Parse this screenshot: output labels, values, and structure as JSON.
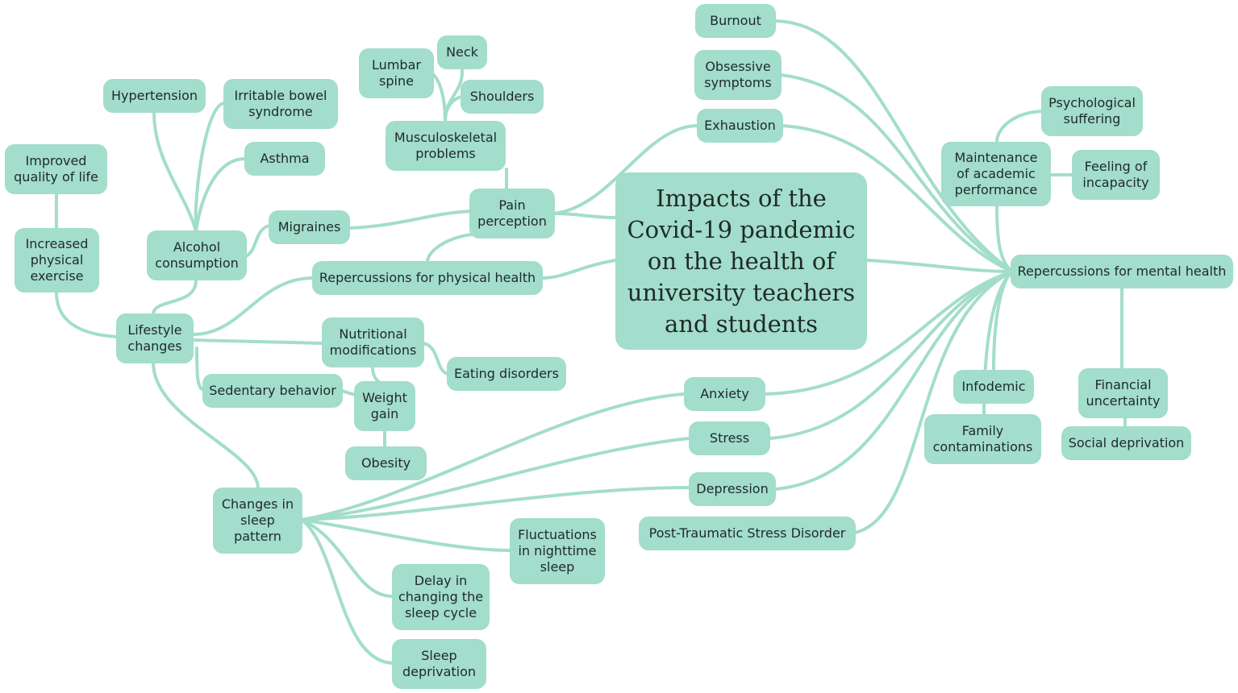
{
  "colors": {
    "node": "#a3ddcc",
    "link": "#a3ddcc",
    "text": "#1f2a27"
  },
  "center": "Impacts of the\nCovid-19 pandemic\non the health of\nuniversity teachers\nand students",
  "nodes": {
    "burnout": "Burnout",
    "obsessive": "Obsessive\nsymptoms",
    "exhaustion": "Exhaustion",
    "psych_suffering": "Psychological\nsuffering",
    "maintenance": "Maintenance\nof academic\nperformance",
    "feeling_incapacity": "Feeling of\nincapacity",
    "mental_health": "Repercussions for mental health",
    "infodemic": "Infodemic",
    "family_contam": "Family\ncontaminations",
    "financial": "Financial\nuncertainty",
    "social_dep": "Social deprivation",
    "anxiety": "Anxiety",
    "stress": "Stress",
    "depression": "Depression",
    "ptsd": "Post-Traumatic Stress Disorder",
    "neck": "Neck",
    "lumbar": "Lumbar\nspine",
    "shoulders": "Shoulders",
    "musculo": "Musculoskeletal\nproblems",
    "pain": "Pain\nperception",
    "physical_health": "Repercussions for physical health",
    "migraines": "Migraines",
    "hypertension": "Hypertension",
    "ibs": "Irritable bowel\nsyndrome",
    "asthma": "Asthma",
    "alcohol": "Alcohol\nconsumption",
    "improved_qol": "Improved\nquality of life",
    "increased_exercise": "Increased\nphysical\nexercise",
    "lifestyle": "Lifestyle\nchanges",
    "nutritional": "Nutritional\nmodifications",
    "eating_disorders": "Eating disorders",
    "sedentary": "Sedentary behavior",
    "weight_gain": "Weight\ngain",
    "obesity": "Obesity",
    "sleep_pattern": "Changes in\nsleep\npattern",
    "fluctuations": "Fluctuations\nin nighttime\nsleep",
    "delay": "Delay in\nchanging the\nsleep cycle",
    "sleep_deprivation": "Sleep\ndeprivation"
  }
}
